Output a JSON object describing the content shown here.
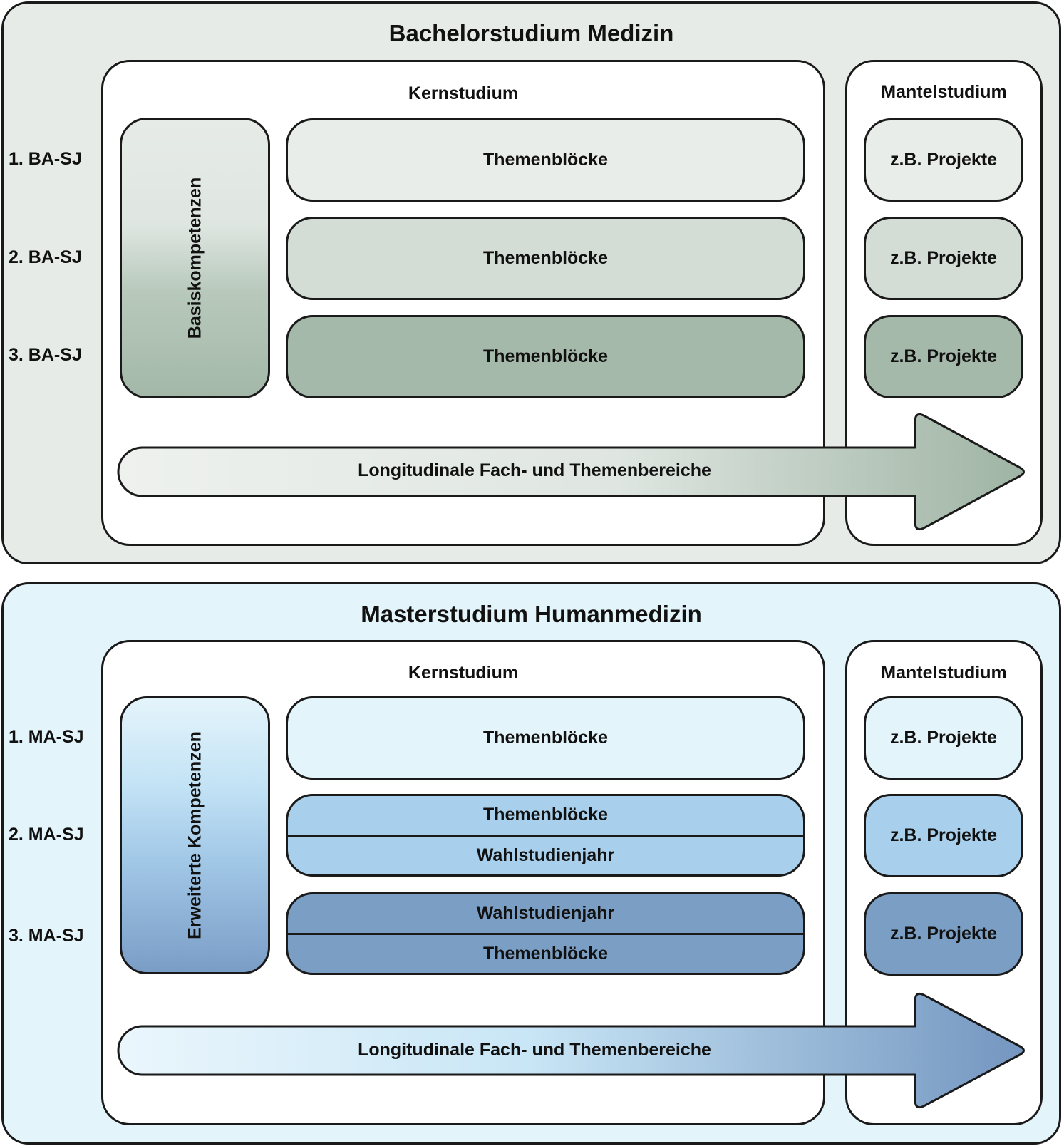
{
  "bachelor": {
    "title": "Bachelorstudium Medizin",
    "kern_label": "Kernstudium",
    "mantel_label": "Mantelstudium",
    "competence_label": "Basiskompetenzen",
    "years": [
      "1. BA-SJ",
      "2. BA-SJ",
      "3. BA-SJ"
    ],
    "blocks": [
      "Themenblöcke",
      "Themenblöcke",
      "Themenblöcke"
    ],
    "projects": [
      "z.B. Projekte",
      "z.B. Projekte",
      "z.B. Projekte"
    ],
    "arrow_label": "Longitudinale Fach- und Themenbereiche"
  },
  "master": {
    "title": "Masterstudium Humanmedizin",
    "kern_label": "Kernstudium",
    "mantel_label": "Mantelstudium",
    "competence_label": "Erweiterte Kompetenzen",
    "years": [
      "1. MA-SJ",
      "2. MA-SJ",
      "3. MA-SJ"
    ],
    "block1": "Themenblöcke",
    "block2_top": "Themenblöcke",
    "block2_bottom": "Wahlstudienjahr",
    "block3_top": "Wahlstudienjahr",
    "block3_bottom": "Themenblöcke",
    "projects": [
      "z.B. Projekte",
      "z.B. Projekte",
      "z.B. Projekte"
    ],
    "arrow_label": "Longitudinale Fach- und Themenbereiche"
  },
  "colors": {
    "ba_panel": "#e6ebe7",
    "ba_row1": "#e8ede9",
    "ba_row2": "#d3ddd6",
    "ba_row3": "#a5b9aa",
    "ma_panel": "#e4f4fb",
    "ma_row1": "#e4f4fb",
    "ma_row2": "#a8d0ec",
    "ma_row3": "#7b9ec4",
    "outline": "#1a1a1a"
  }
}
